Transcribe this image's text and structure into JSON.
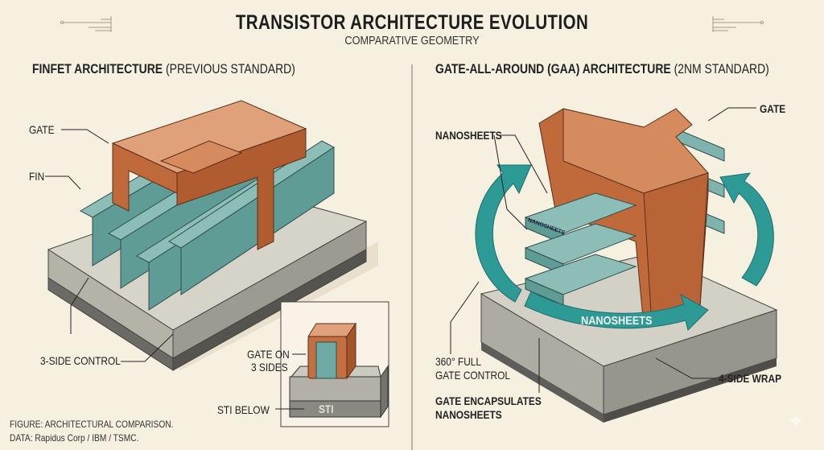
{
  "header": {
    "title": "TRANSISTOR ARCHITECTURE EVOLUTION",
    "subtitle": "COMPARATIVE GEOMETRY"
  },
  "left_panel": {
    "title_bold": "FINFET ARCHITECTURE",
    "title_light": "(PREVIOUS STANDARD)",
    "labels": {
      "gate": "GATE",
      "fin": "FIN",
      "control": "3-SIDE CONTROL"
    },
    "inset": {
      "gate_line1": "GATE ON",
      "gate_line2": "3 SIDES",
      "sti_below": "STI BELOW",
      "sti": "STI"
    }
  },
  "right_panel": {
    "title_bold": "GATE-ALL-AROUND (GAA) ARCHITECTURE",
    "title_light": "(2NM STANDARD)",
    "labels": {
      "nanosheets": "NANOSHEETS",
      "gate": "GATE",
      "sheet_tag": "NANOSHEETS",
      "arrow_label": "NANOSHEETS",
      "full_control_line1": "360° FULL",
      "full_control_line2": "GATE CONTROL",
      "wrap": "4-SIDE WRAP",
      "encapsulates_line1": "GATE ENCAPSULATES",
      "encapsulates_line2": "NANOSHEETS"
    }
  },
  "footer": {
    "caption_line1": "FIGURE: ARCHITECTURAL COMPARISON.",
    "caption_line2": "DATA: Rapidus Corp / IBM / TSMC."
  },
  "colors": {
    "background": "#f6f0e1",
    "copper": "#c8784a",
    "teal": "#6fa9a3",
    "arrow_teal": "#2e9a96",
    "substrate": "#c9c6bb"
  }
}
